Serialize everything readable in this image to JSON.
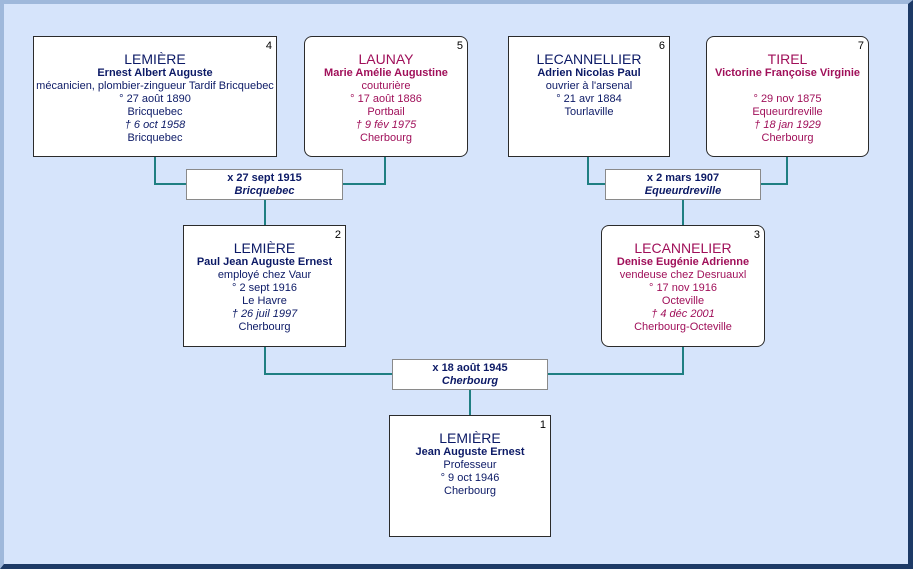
{
  "persons": [
    {
      "num": "4",
      "surname": "LEMIÈRE",
      "given": "Ernest Albert Auguste",
      "occupation": "mécanicien, plombier-zingueur Tardif Bricquebec",
      "birth_date": "° 27 août 1890",
      "birth_place": "Bricquebec",
      "death_date": "† 6 oct 1958",
      "death_place": "Bricquebec"
    },
    {
      "num": "5",
      "surname": "LAUNAY",
      "given": "Marie Amélie Augustine",
      "occupation": "couturière",
      "birth_date": "° 17 août 1886",
      "birth_place": "Portbail",
      "death_date": "† 9 fév 1975",
      "death_place": "Cherbourg"
    },
    {
      "num": "6",
      "surname": "LECANNELLIER",
      "given": "Adrien Nicolas Paul",
      "occupation": "ouvrier à l'arsenal",
      "birth_date": "° 21 avr 1884",
      "birth_place": "Tourlaville",
      "death_date": "",
      "death_place": ""
    },
    {
      "num": "7",
      "surname": "TIREL",
      "given": "Victorine Françoise Virginie",
      "occupation": "",
      "birth_date": "° 29 nov 1875",
      "birth_place": "Equeurdreville",
      "death_date": "† 18 jan 1929",
      "death_place": "Cherbourg"
    },
    {
      "num": "2",
      "surname": "LEMIÈRE",
      "given": "Paul Jean Auguste Ernest",
      "occupation": "employé chez Vaur",
      "birth_date": "° 2 sept 1916",
      "birth_place": "Le Havre",
      "death_date": "† 26 juil 1997",
      "death_place": "Cherbourg"
    },
    {
      "num": "3",
      "surname": "LECANNELIER",
      "given": "Denise Eugénie Adrienne",
      "occupation": "vendeuse chez Desruauxl",
      "birth_date": "° 17 nov 1916",
      "birth_place": "Octeville",
      "death_date": "† 4 déc 2001",
      "death_place": "Cherbourg-Octeville"
    },
    {
      "num": "1",
      "surname": "LEMIÈRE",
      "given": "Jean Auguste Ernest",
      "occupation": "Professeur",
      "birth_date": "° 9 oct 1946",
      "birth_place": "Cherbourg",
      "death_date": "",
      "death_place": ""
    }
  ],
  "marriages": [
    {
      "date": "x 27 sept 1915",
      "place": "Bricquebec"
    },
    {
      "date": "x 2 mars 1907",
      "place": "Equeurdreville"
    },
    {
      "date": "x 18 août 1945",
      "place": "Cherbourg"
    }
  ],
  "colors": {
    "male": "#0c1a66",
    "female": "#a0105a",
    "connector": "#1f7f82",
    "background": "#d6e4fb"
  }
}
